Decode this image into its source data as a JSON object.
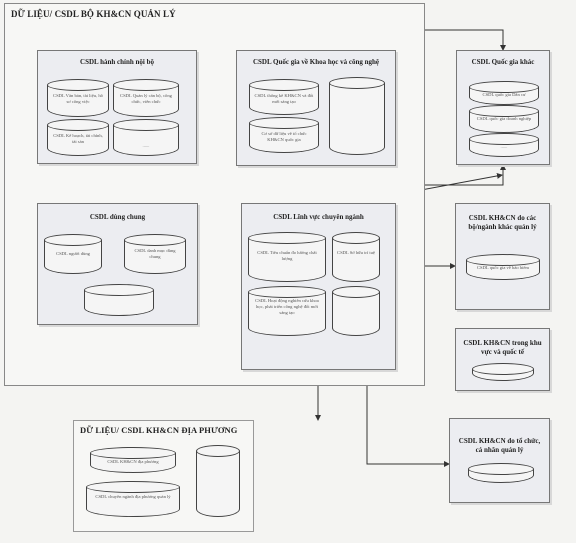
{
  "main_frame": {
    "title": "DỮ LIỆU/ CSDL BỘ KH&CN QUẢN LÝ"
  },
  "hanh_chinh": {
    "title": "CSDL hành chính nội bộ",
    "items": [
      "CSDL Văn bản, tài liệu, hồ sơ công việc",
      "CSDL Quản lý cán bộ, công chức, viên chức",
      "CSDL Kế hoạch, tài chính, tài sản",
      "......"
    ]
  },
  "quoc_gia_khcn": {
    "title": "CSDL Quốc gia về Khoa học và công nghệ",
    "items": [
      "CSDL thống kê KH&CN và đổi mới sáng tạo",
      "Cơ sở dữ liệu về tổ chức KH&CN quốc gia",
      ""
    ]
  },
  "quoc_gia_khac": {
    "title": "CSDL Quốc gia khác",
    "items": [
      "CSDL quốc gia Dân cư",
      "CSDL quốc gia doanh nghiệp",
      "......"
    ]
  },
  "dung_chung": {
    "title": "CSDL dùng chung",
    "items": [
      "CSDL người dùng",
      "CSDL danh mục dùng chung",
      ""
    ]
  },
  "linh_vuc": {
    "title": "CSDL Lĩnh vực chuyên ngành",
    "items": [
      "CSDL Tiêu chuẩn đo lường chất lượng",
      "CSDL Sở hữu trí tuệ",
      "CSDL Hoạt động nghiên cứu khoa học, phát triển công nghệ đổi mới sáng tạo",
      ""
    ]
  },
  "bo_nganh": {
    "title": "CSDL KH&CN do các bộ/ngành khác quản lý",
    "items": [
      "CSDL quốc gia về bảo hiểm"
    ]
  },
  "khu_vuc": {
    "title": "CSDL KH&CN trong khu vực và quốc tế"
  },
  "to_chuc": {
    "title": "CSDL KH&CN do tổ chức, cá nhân quản lý"
  },
  "dia_phuong": {
    "title": "DỮ LIỆU/ CSDL KH&CN ĐỊA PHƯƠNG",
    "items": [
      "CSDL KH&CN địa phương",
      "CSDL chuyên ngành địa phương quản lý",
      ""
    ]
  }
}
